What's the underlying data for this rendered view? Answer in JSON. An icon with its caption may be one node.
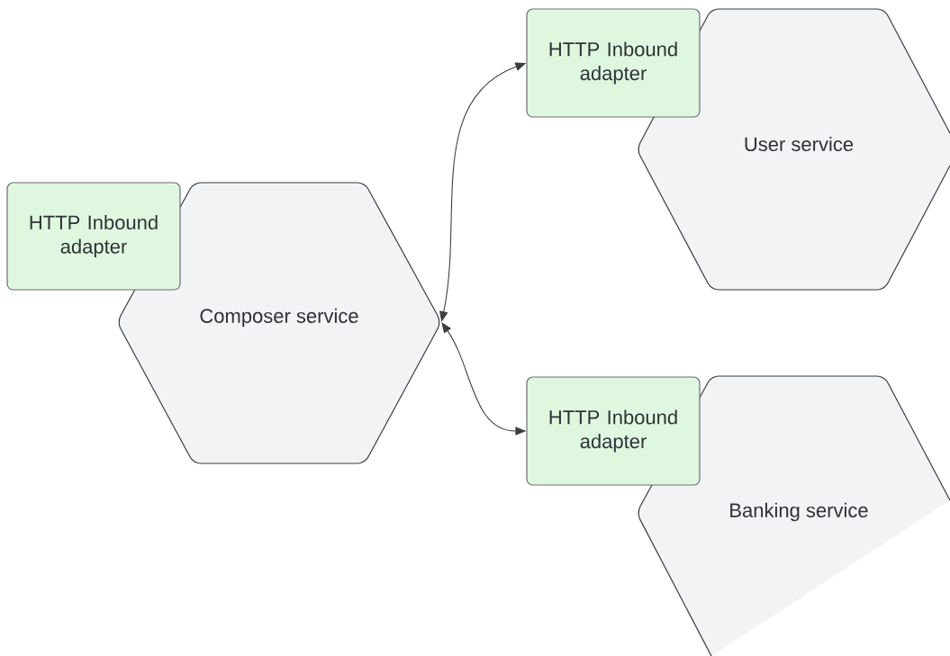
{
  "diagram": {
    "nodes": [
      {
        "text": [
          "Composer service"
        ]
      },
      {
        "text": [
          "HTTP Inbound adapter"
        ]
      },
      {
        "text": [
          "User service"
        ]
      },
      {
        "text": [
          "HTTP Inbound adapter"
        ]
      },
      {
        "text": [
          "Banking service"
        ]
      },
      {
        "text": [
          "HTTP Inbound adapter"
        ]
      }
    ],
    "edges": [
      {
        "from": 0,
        "to": 3,
        "arrow": "both"
      },
      {
        "from": 0,
        "to": 5,
        "arrow": "both"
      }
    ]
  }
}
